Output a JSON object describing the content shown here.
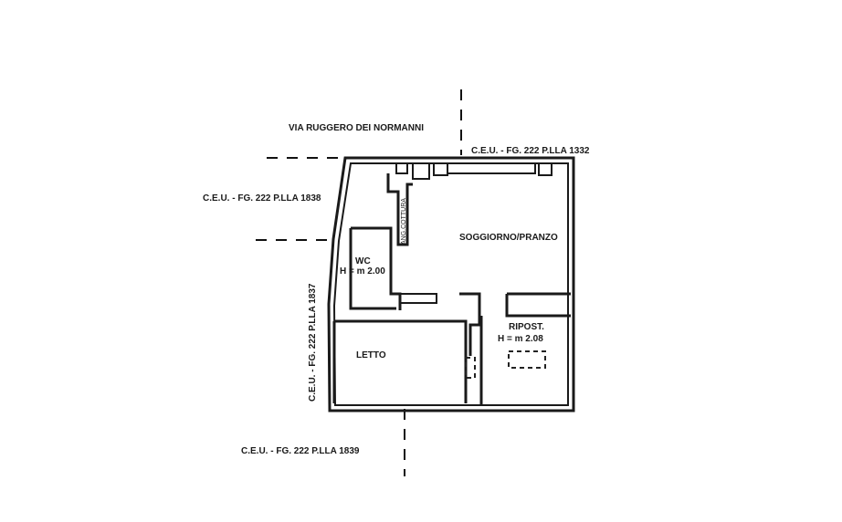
{
  "street_label": "VIA RUGGERO DEI NORMANNI",
  "neighbors": {
    "north_east": "C.E.U. - FG. 222 P.LLA 1332",
    "west_top": "C.E.U. - FG. 222 P.LLA 1838",
    "west_side": "C.E.U. - FG. 222 P.LLA 1837",
    "south": "C.E.U. - FG. 222 P.LLA 1839"
  },
  "rooms": {
    "living": "SOGGIORNO/PRANZO",
    "kitchen": "ANG.COTTURA",
    "wc": "WC",
    "wc_height": "H = m 2.00",
    "bedroom": "LETTO",
    "storage": "RIPOST.",
    "storage_height": "H = m 2.08"
  }
}
